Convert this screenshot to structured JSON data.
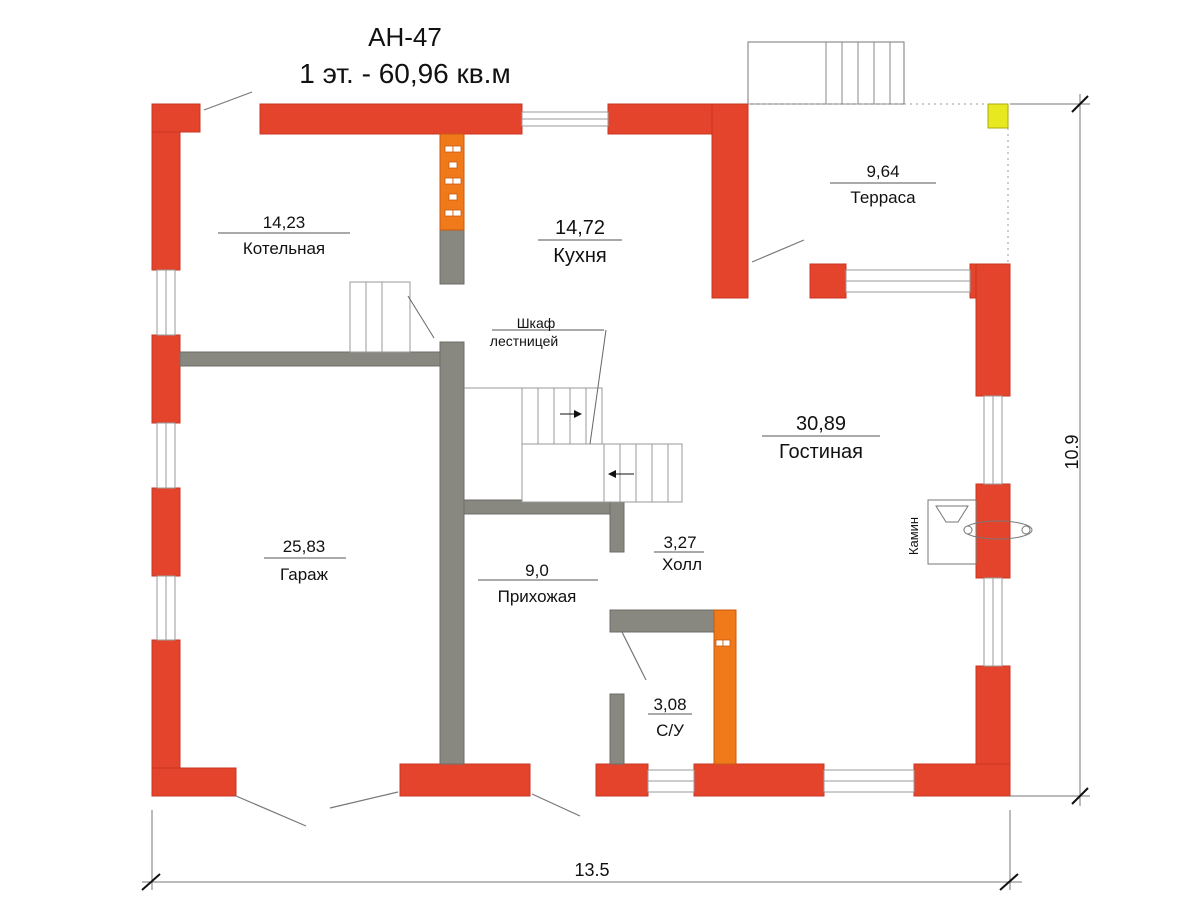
{
  "header": {
    "project_code": "АН-47",
    "floor_area": "1 эт. - 60,96 кв.м"
  },
  "rooms": {
    "boiler": {
      "area": "14,23",
      "name": "Котельная"
    },
    "kitchen": {
      "area": "14,72",
      "name": "Кухня"
    },
    "terrace": {
      "area": "9,64",
      "name": "Терраса"
    },
    "living": {
      "area": "30,89",
      "name": "Гостиная"
    },
    "garage": {
      "area": "25,83",
      "name": "Гараж"
    },
    "hall": {
      "area": "3,27",
      "name": "Холл"
    },
    "entrance": {
      "area": "9,0",
      "name": "Прихожая"
    },
    "wc": {
      "area": "3,08",
      "name": "С/У"
    }
  },
  "annotations": {
    "closet_line1": "Шкаф",
    "closet_line2": "лестницей",
    "fireplace": "Камин"
  },
  "dimensions": {
    "width": "13.5",
    "depth": "10.9"
  },
  "colors": {
    "brick_wall": "#e5442c",
    "partition": "#888880",
    "chimney": "#f07a1a",
    "post": "#e8e820"
  }
}
